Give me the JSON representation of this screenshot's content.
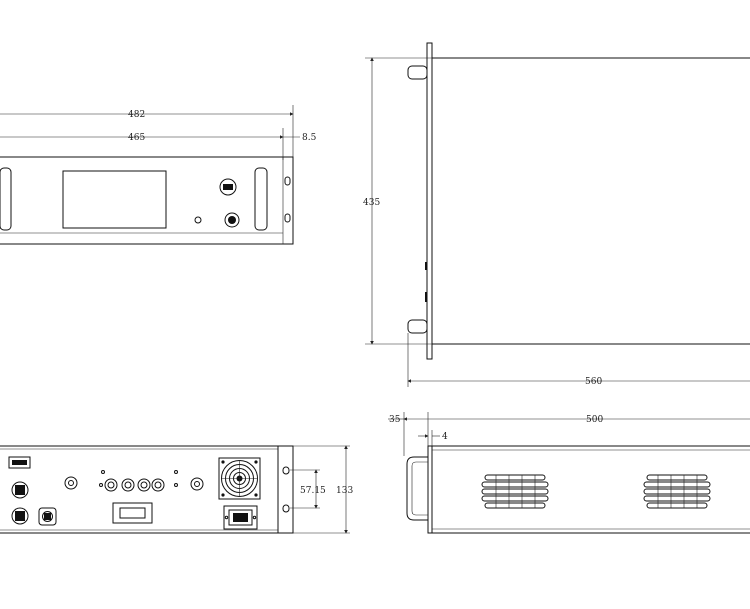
{
  "front_view": {
    "dim_total_width": "482",
    "dim_panel_width": "465",
    "dim_ear": "8.5"
  },
  "top_view": {
    "dim_width": "435",
    "dim_depth": "560"
  },
  "rear_view": {
    "dim_hole_spacing": "57.15",
    "dim_height": "133"
  },
  "side_view": {
    "dim_handle": "35",
    "dim_body": "500",
    "dim_flange": "4"
  }
}
